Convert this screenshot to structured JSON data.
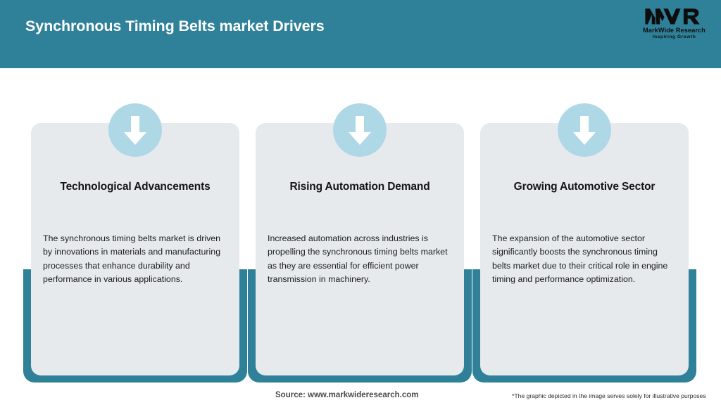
{
  "header": {
    "title": "Synchronous Timing Belts market Drivers",
    "bar_color": "#2f8199",
    "title_color": "#ffffff"
  },
  "logo": {
    "mark_text": "MWR",
    "name": "MarkWide Research",
    "tagline": "Inspiring Growth",
    "icon": "mwr-logo-icon"
  },
  "cards": [
    {
      "icon": "down-arrow-icon",
      "title": "Technological Advancements",
      "body": "The synchronous timing belts market is driven by innovations in materials and manufacturing processes that enhance durability and performance in various applications."
    },
    {
      "icon": "down-arrow-icon",
      "title": "Rising Automation Demand",
      "body": "Increased automation across industries is propelling the synchronous timing belts market as they are essential for efficient power transmission in machinery."
    },
    {
      "icon": "down-arrow-icon",
      "title": "Growing Automotive Sector",
      "body": "The expansion of the automotive sector significantly boosts the synchronous timing belts market due to their critical role in engine timing and performance optimization."
    }
  ],
  "footer": {
    "source": "Source: www.markwideresearch.com",
    "disclaimer": "*The graphic depicted in the image serves solely for illustrative purposes"
  },
  "colors": {
    "accent_teal": "#2f8199",
    "badge_blue": "#aed8e6",
    "panel_gray": "#e6eaec",
    "page_bg": "#ffffff"
  }
}
